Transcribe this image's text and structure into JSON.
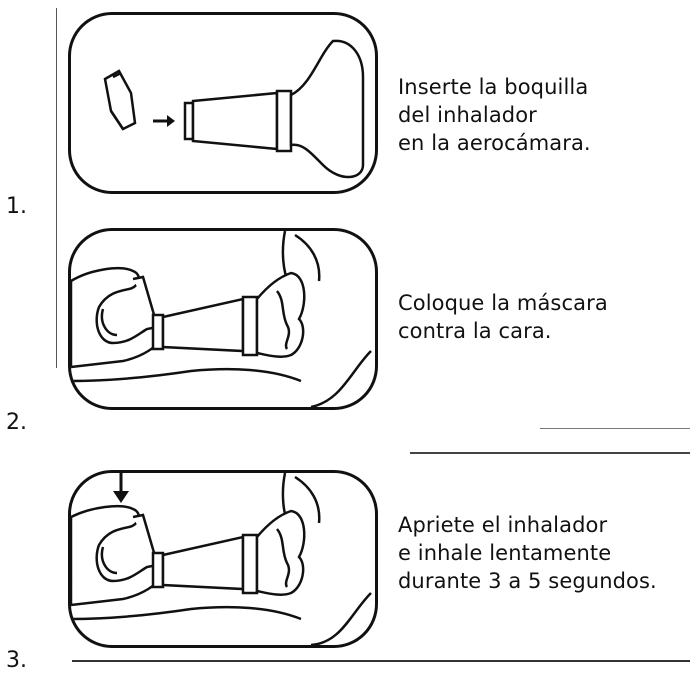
{
  "steps": [
    {
      "number": "1.",
      "lines": [
        "Inserte la boquilla",
        "del inhalador",
        "en la aerocámara."
      ]
    },
    {
      "number": "2.",
      "lines": [
        "Coloque la máscara",
        "contra la cara."
      ]
    },
    {
      "number": "3.",
      "lines": [
        "Apriete el inhalador",
        "e inhale lentamente",
        "durante 3 a 5 segundos."
      ]
    }
  ]
}
